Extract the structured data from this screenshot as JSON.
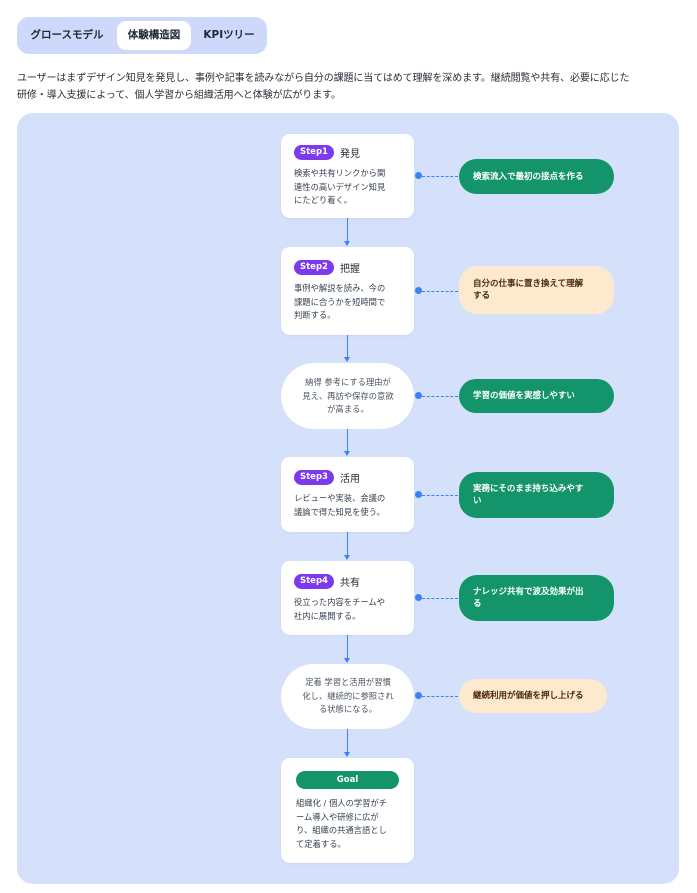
{
  "tabs": [
    {
      "label": "グロースモデル"
    },
    {
      "label": "体験構造図"
    },
    {
      "label": "KPIツリー"
    }
  ],
  "intro": {
    "line1": "ユーザーはまずデザイン知見を発見し、事例や記事を読みながら自分の課題に当てはめて理解を深めます。継続閲覧や共有、必要に応じた",
    "line2": "研修・導入支援によって、個人学習から組織活用へと体験が広がります。"
  },
  "flow": {
    "step1": {
      "badge": "Step1",
      "title": "発見",
      "body": [
        "検索や共有リンクから関",
        "連性の高いデザイン知見",
        "にたどり着く。"
      ]
    },
    "step2": {
      "badge": "Step2",
      "title": "把握",
      "body": [
        "事例や解説を読み、今の",
        "課題に合うかを短時間で",
        "判断する。"
      ]
    },
    "state1": {
      "body": [
        "納得 参考にする理由が",
        "見え、再訪や保存の意欲",
        "が高まる。"
      ]
    },
    "step3": {
      "badge": "Step3",
      "title": "活用",
      "body": [
        "レビューや実装、会議の",
        "議論で得た知見を使う。"
      ]
    },
    "step4": {
      "badge": "Step4",
      "title": "共有",
      "body": [
        "役立った内容をチームや",
        "社内に展開する。"
      ]
    },
    "state2": {
      "body": [
        "定着 学習と活用が習慣",
        "化し、継続的に参照され",
        "る状態になる。"
      ]
    },
    "goal": {
      "badge": "Goal",
      "body": [
        "組織化 / 個人の学習がチ",
        "ーム導入や研修に広が",
        "り、組織の共通言語とし",
        "て定着する。"
      ]
    }
  },
  "notes": {
    "n1": {
      "lines": [
        "検索流入で最初の接点を作る"
      ]
    },
    "n2": {
      "lines": [
        "自分の仕事に置き換えて理解",
        "する"
      ]
    },
    "n3": {
      "lines": [
        "学習の価値を実感しやすい"
      ]
    },
    "n4": {
      "lines": [
        "実務にそのまま持ち込みやす",
        "い"
      ]
    },
    "n5": {
      "lines": [
        "ナレッジ共有で波及効果が出",
        "る"
      ]
    },
    "n6": {
      "lines": [
        "継続利用が価値を押し上げる"
      ]
    }
  },
  "colors": {
    "board": "#d5e0fb",
    "tab_bar": "#cdd8fb",
    "step_badge": "#7c3aed",
    "goal_badge": "#14946a",
    "note_green": "#14946a",
    "note_cream": "#fde9cd",
    "connector": "#3b82f6"
  }
}
